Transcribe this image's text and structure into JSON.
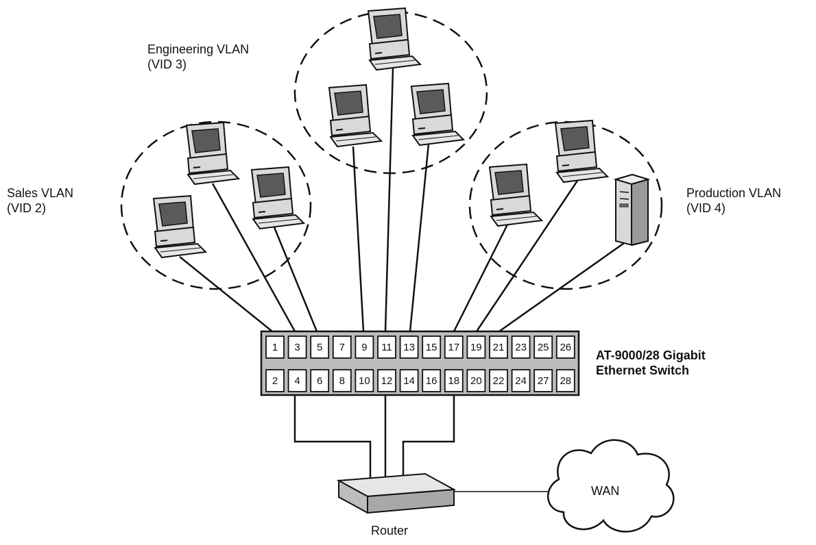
{
  "vlans": {
    "sales": {
      "name": "Sales VLAN",
      "vid": "(VID 2)"
    },
    "engineering": {
      "name": "Engineering VLAN",
      "vid": "(VID 3)"
    },
    "production": {
      "name": "Production VLAN",
      "vid": "(VID 4)"
    }
  },
  "switch": {
    "model_line1": "AT-9000/28 Gigabit",
    "model_line2": "Ethernet Switch",
    "top_ports": [
      "1",
      "3",
      "5",
      "7",
      "9",
      "11",
      "13",
      "15",
      "17",
      "19",
      "21",
      "23",
      "25",
      "26"
    ],
    "bottom_ports": [
      "2",
      "4",
      "6",
      "8",
      "10",
      "12",
      "14",
      "16",
      "18",
      "20",
      "22",
      "24",
      "27",
      "28"
    ]
  },
  "router": {
    "label": "Router"
  },
  "wan": {
    "label": "WAN"
  },
  "connections": {
    "sales_ports": [
      "1",
      "3",
      "5"
    ],
    "engineering_ports": [
      "9",
      "11",
      "13"
    ],
    "production_ports": [
      "17",
      "19",
      "21"
    ],
    "router_ports": [
      "4",
      "12",
      "18"
    ]
  },
  "colors": {
    "line": "#111111",
    "switch_body": "#bdbdbd",
    "computer_body": "#d9d9d9",
    "screen": "#5a5a5a"
  }
}
